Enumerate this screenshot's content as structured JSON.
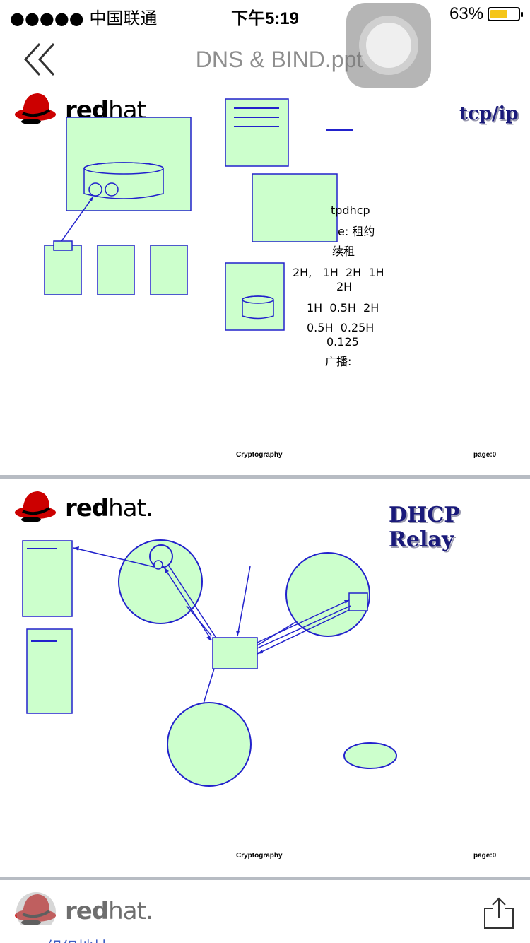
{
  "status_bar": {
    "carrier": "●●●●● 中国联通",
    "time": "下午5:19",
    "battery_percent": "63%",
    "battery_level": 0.63
  },
  "nav": {
    "back_icon": "double-chevron-left-icon",
    "title": "DNS & BIND.ppt"
  },
  "slides": [
    {
      "logo": {
        "bold": "red",
        "regular": "hat"
      },
      "title": "tcp/ip",
      "notes": [
        "tpdhcp",
        "e: 租约",
        "续租",
        "2H,   1H  2H  1H",
        "2H",
        "1H  0.5H  2H",
        "0.5H  0.25H",
        "0.125",
        "广播:"
      ],
      "footer_center": "Cryptography",
      "footer_right": "page:0"
    },
    {
      "logo": {
        "bold": "red",
        "regular": "hat."
      },
      "title": "DHCP Relay",
      "footer_center": "Cryptography",
      "footer_right": "page:0"
    }
  ],
  "bottom_bar": {
    "logo": {
      "bold": "red",
      "regular": "hat."
    },
    "partial_link": "组织地址",
    "share_icon": "share-icon"
  },
  "colors": {
    "box_fill": "#ccffcc",
    "box_stroke": "#2222cc",
    "title_color": "#1a1a7a",
    "redhat_red": "#cc0000",
    "separator": "#b7bcc3"
  }
}
